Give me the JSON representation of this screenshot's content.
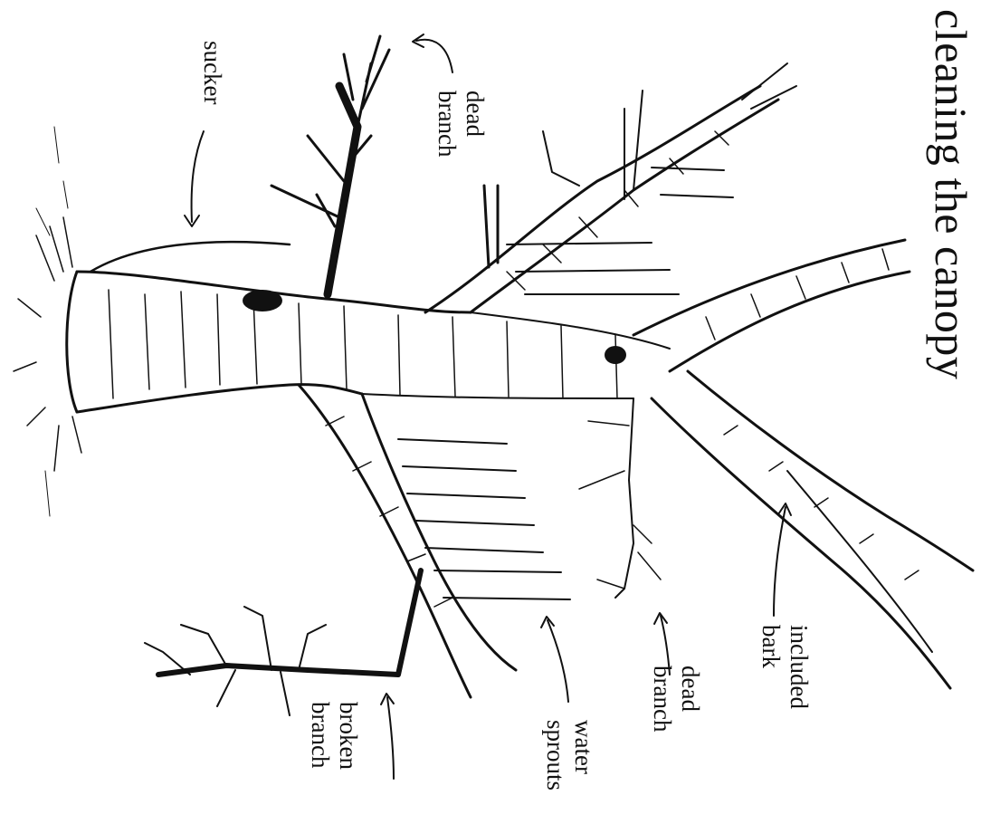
{
  "title": "cleaning the canopy",
  "labels": {
    "sucker": "sucker",
    "dead_branch_top": [
      "dead",
      "branch"
    ],
    "included_bark": [
      "included",
      "bark"
    ],
    "dead_branch_bottom": [
      "dead",
      "branch"
    ],
    "water_sprouts": [
      "water",
      "sprouts"
    ],
    "broken_branch": [
      "broken",
      "branch"
    ]
  },
  "colors": {
    "ink": "#111111",
    "paper": "#ffffff"
  }
}
